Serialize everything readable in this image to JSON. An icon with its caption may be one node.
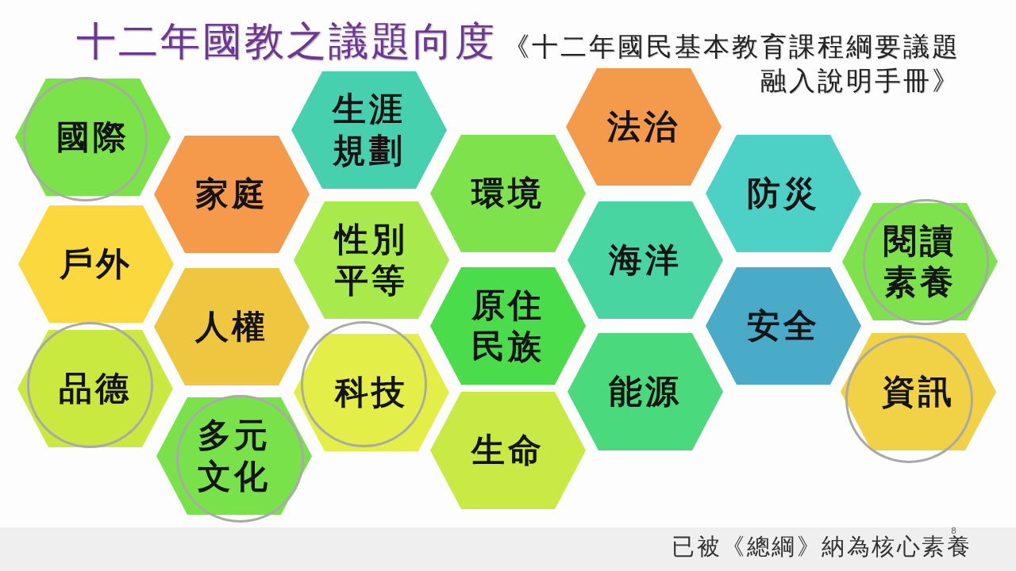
{
  "diagram": {
    "title": "十二年國教之議題向度",
    "nodes": [
      {
        "text": [
          "國際"
        ]
      },
      {
        "text": [
          "戶外"
        ]
      },
      {
        "text": [
          "品德"
        ]
      },
      {
        "text": [
          "家庭"
        ]
      },
      {
        "text": [
          "人權"
        ]
      },
      {
        "text": [
          "多元文化"
        ]
      },
      {
        "text": [
          "生涯規劃"
        ]
      },
      {
        "text": [
          "性別平等"
        ]
      },
      {
        "text": [
          "科技"
        ]
      },
      {
        "text": [
          "環境"
        ]
      },
      {
        "text": [
          "原住民族"
        ]
      },
      {
        "text": [
          "生命"
        ]
      },
      {
        "text": [
          "法治"
        ]
      },
      {
        "text": [
          "海洋"
        ]
      },
      {
        "text": [
          "能源"
        ]
      },
      {
        "text": [
          "防災"
        ]
      },
      {
        "text": [
          "安全"
        ]
      },
      {
        "text": [
          "閱讀素養"
        ]
      },
      {
        "text": [
          "資訊"
        ]
      }
    ],
    "labels": [
      "《十二年國民基本教育課程綱要議題融入說明手冊》",
      "已被《總綱》納為核心素養",
      "8"
    ]
  }
}
